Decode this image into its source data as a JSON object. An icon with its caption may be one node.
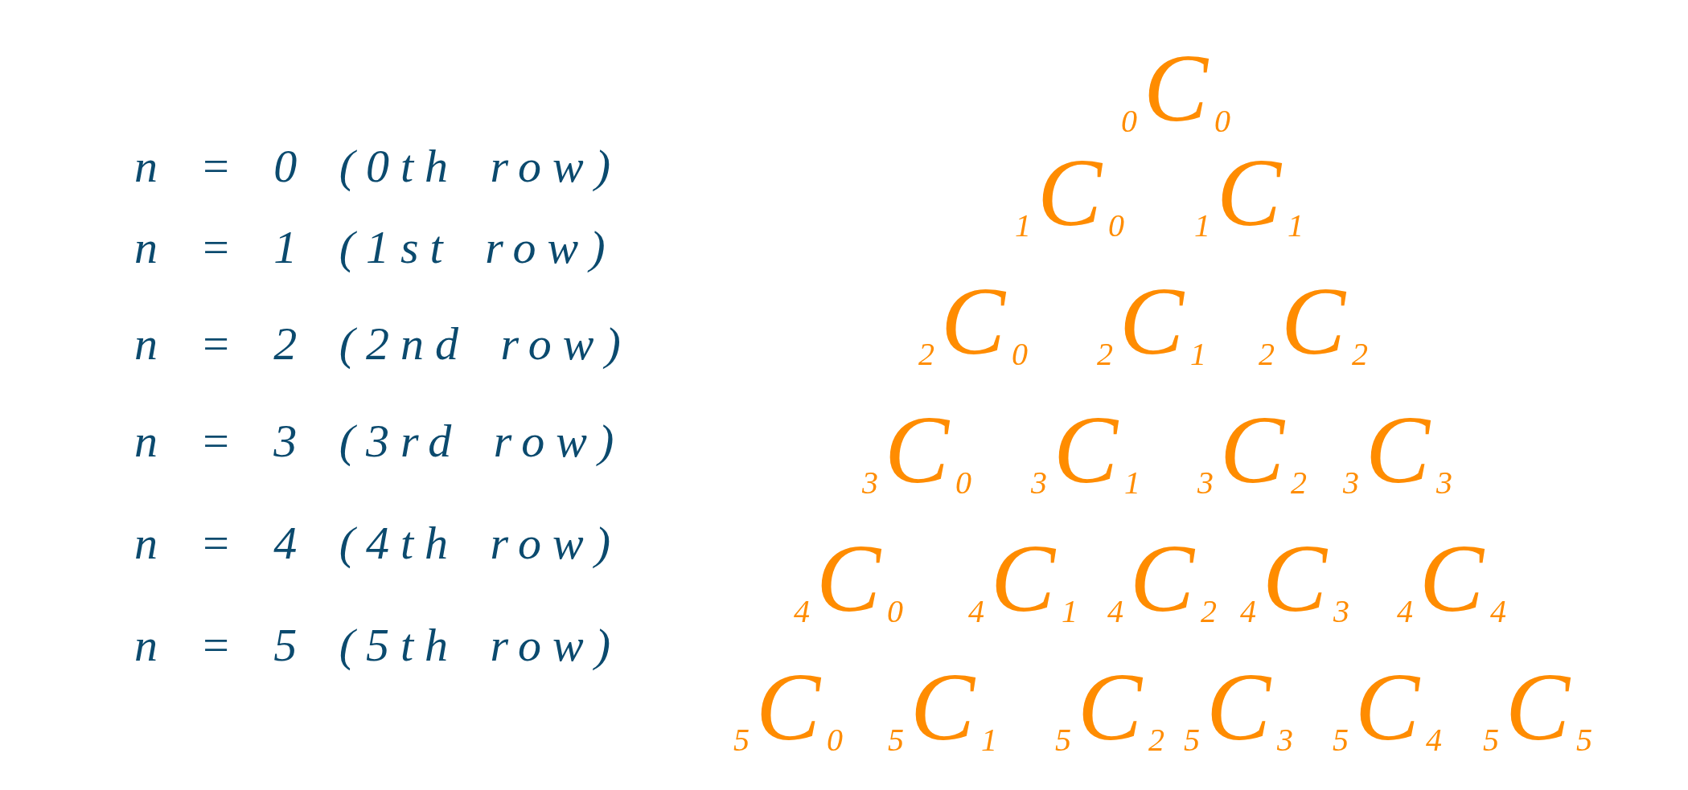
{
  "diagram": {
    "labels": [
      "n = 0 (0th row)",
      "n = 1 (1st row)",
      "n = 2 (2nd row)",
      "n = 3 (3rd row)",
      "n = 4 (4th row)",
      "n = 5 (5th row)",
      "$_{0}$C$_{0}$",
      "$_{1}$C$_{0}$",
      "$_{1}$C$_{1}$",
      "$_{2}$C$_{0}$",
      "$_{2}$C$_{1}$",
      "$_{2}$C$_{2}$",
      "$_{3}$C$_{0}$",
      "$_{3}$C$_{1}$",
      "$_{3}$C$_{2}$",
      "$_{3}$C$_{3}$",
      "$_{4}$C$_{0}$",
      "$_{4}$C$_{1}$",
      "$_{4}$C$_{2}$",
      "$_{4}$C$_{3}$",
      "$_{4}$C$_{4}$",
      "$_{5}$C$_{0}$",
      "$_{5}$C$_{1}$",
      "$_{5}$C$_{2}$",
      "$_{5}$C$_{3}$",
      "$_{5}$C$_{4}$",
      "$_{5}$C$_{5}$"
    ]
  }
}
